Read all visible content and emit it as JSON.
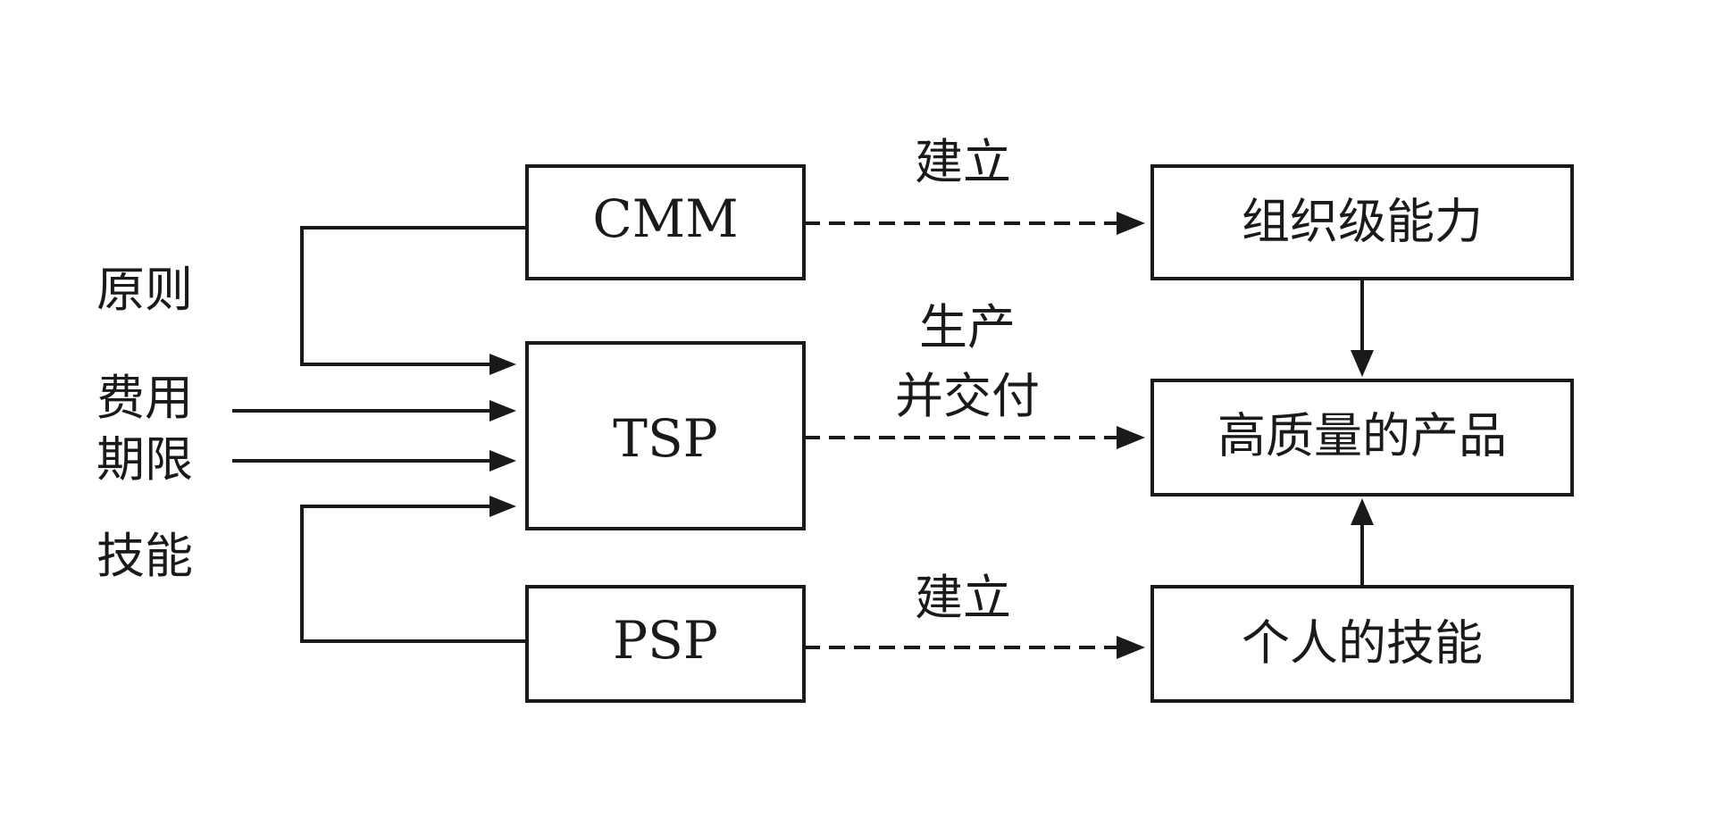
{
  "boxes": {
    "cmm": "CMM",
    "tsp": "TSP",
    "psp": "PSP",
    "org_capability": "组织级能力",
    "quality_product": "高质量的产品",
    "personal_skill": "个人的技能"
  },
  "inputs": {
    "principle": "原则",
    "cost": "费用",
    "deadline": "期限",
    "skill": "技能"
  },
  "edge_labels": {
    "cmm_to_org": "建立",
    "tsp_to_product_line1": "生产",
    "tsp_to_product_line2": "并交付",
    "psp_to_skill": "建立"
  }
}
